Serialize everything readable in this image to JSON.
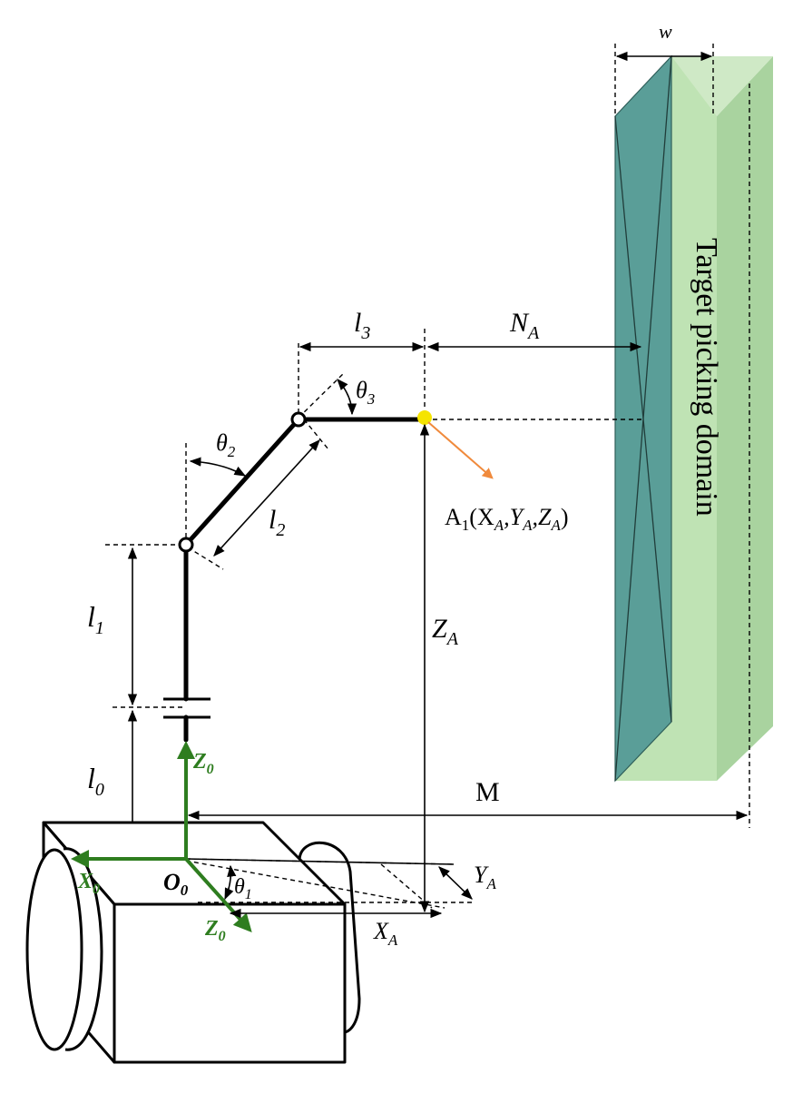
{
  "labels": {
    "w": "w",
    "target_domain": "Target picking domain",
    "l3": "l",
    "l3_sub": "3",
    "NA": "N",
    "NA_sub": "A",
    "theta3": "θ",
    "theta3_sub": "3",
    "theta2": "θ",
    "theta2_sub": "2",
    "l2": "l",
    "l2_sub": "2",
    "A1": "A",
    "A1_sub": "1",
    "A1_coords": "(X",
    "A1_c1_sub": "A",
    "A1_c2": ",Y",
    "A1_c2_sub": "A",
    "A1_c3": ",Z",
    "A1_c3_sub": "A",
    "A1_close": ")",
    "l1": "l",
    "l1_sub": "1",
    "ZA": "Z",
    "ZA_sub": "A",
    "l0": "l",
    "l0_sub": "0",
    "Z0_top": "Z",
    "Z0_top_sub": "0",
    "M": "M",
    "X0": "X",
    "X0_sub": "0",
    "O0": "O",
    "O0_sub": "0",
    "theta1": "θ",
    "theta1_sub": "1",
    "YA": "Y",
    "YA_sub": "A",
    "Z0_bot": "Z",
    "Z0_bot_sub": "0",
    "XA": "X",
    "XA_sub": "A"
  },
  "colors": {
    "teal_panel": "#5a9e98",
    "green_volume": "#bfe3b4",
    "green_axis": "#2e7d1f",
    "point": "#f5e400",
    "arrow_orange": "#f08a3c"
  }
}
